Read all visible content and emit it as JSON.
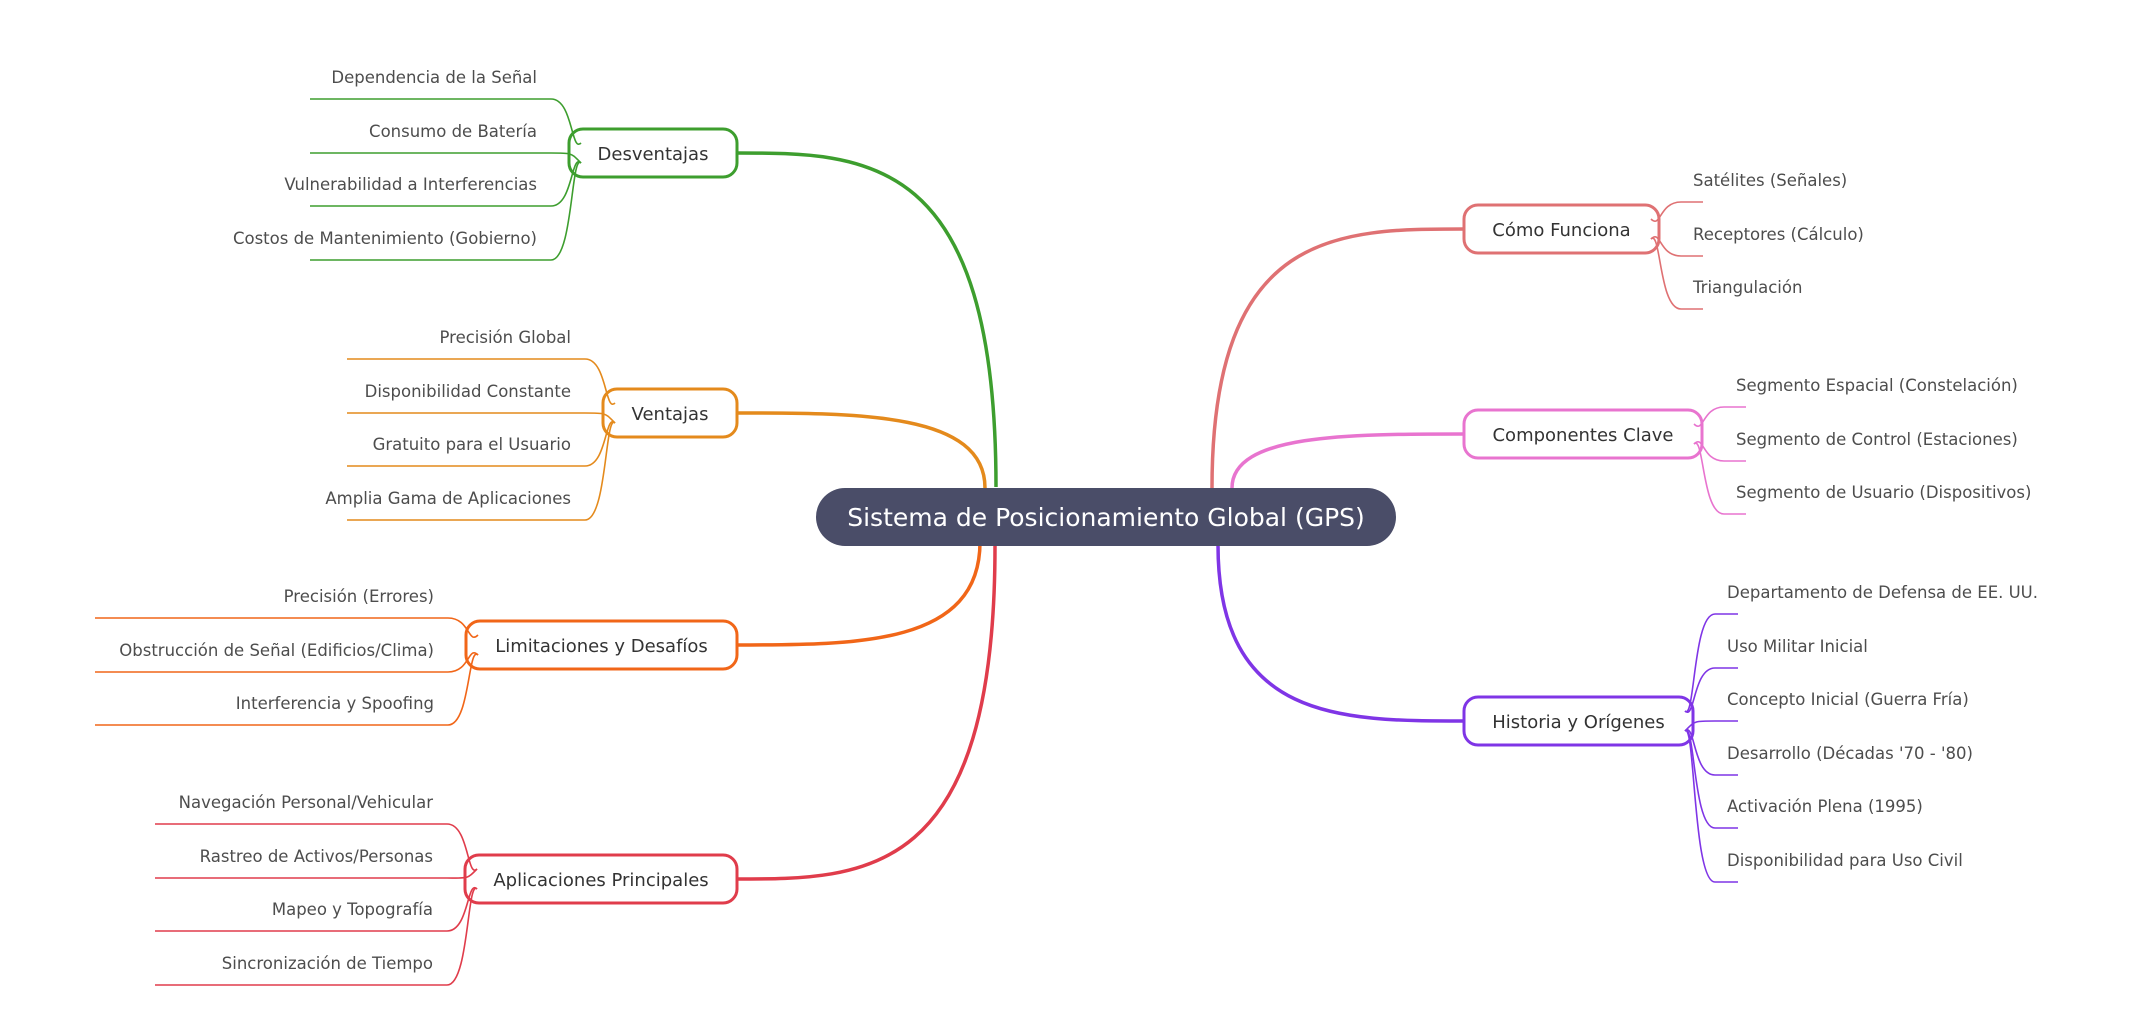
{
  "title": "Sistema de Posicionamiento Global (GPS)",
  "center_color": "#4a4d68",
  "branches": [
    {
      "id": "desventajas",
      "label": "Desventajas",
      "color": "#3d9e2e",
      "items": [
        "Dependencia de la Señal",
        "Consumo de Batería",
        "Vulnerabilidad a Interferencias",
        "Costos de Mantenimiento (Gobierno)"
      ]
    },
    {
      "id": "ventajas",
      "label": "Ventajas",
      "color": "#e48a1c",
      "items": [
        "Precisión Global",
        "Disponibilidad Constante",
        "Gratuito para el Usuario",
        "Amplia Gama de Aplicaciones"
      ]
    },
    {
      "id": "limitaciones",
      "label": "Limitaciones y Desafíos",
      "color": "#f16618",
      "items": [
        "Precisión (Errores)",
        "Obstrucción de Señal (Edificios/Clima)",
        "Interferencia y Spoofing"
      ]
    },
    {
      "id": "aplicaciones",
      "label": "Aplicaciones Principales",
      "color": "#e03c4b",
      "items": [
        "Navegación Personal/Vehicular",
        "Rastreo de Activos/Personas",
        "Mapeo y Topografía",
        "Sincronización de Tiempo"
      ]
    },
    {
      "id": "como-funciona",
      "label": "Cómo Funciona",
      "color": "#df7173",
      "items": [
        "Satélites (Señales)",
        "Receptores (Cálculo)",
        "Triangulación"
      ]
    },
    {
      "id": "componentes",
      "label": "Componentes Clave",
      "color": "#e874cf",
      "items": [
        "Segmento Espacial (Constelación)",
        "Segmento de Control (Estaciones)",
        "Segmento de Usuario (Dispositivos)"
      ]
    },
    {
      "id": "historia",
      "label": "Historia y Orígenes",
      "color": "#7f35e6",
      "items": [
        "Departamento de Defensa de EE. UU.",
        "Uso Militar Inicial",
        "Concepto Inicial (Guerra Fría)",
        "Desarrollo (Décadas '70 - '80)",
        "Activación Plena (1995)",
        "Disponibilidad para Uso Civil"
      ]
    }
  ]
}
